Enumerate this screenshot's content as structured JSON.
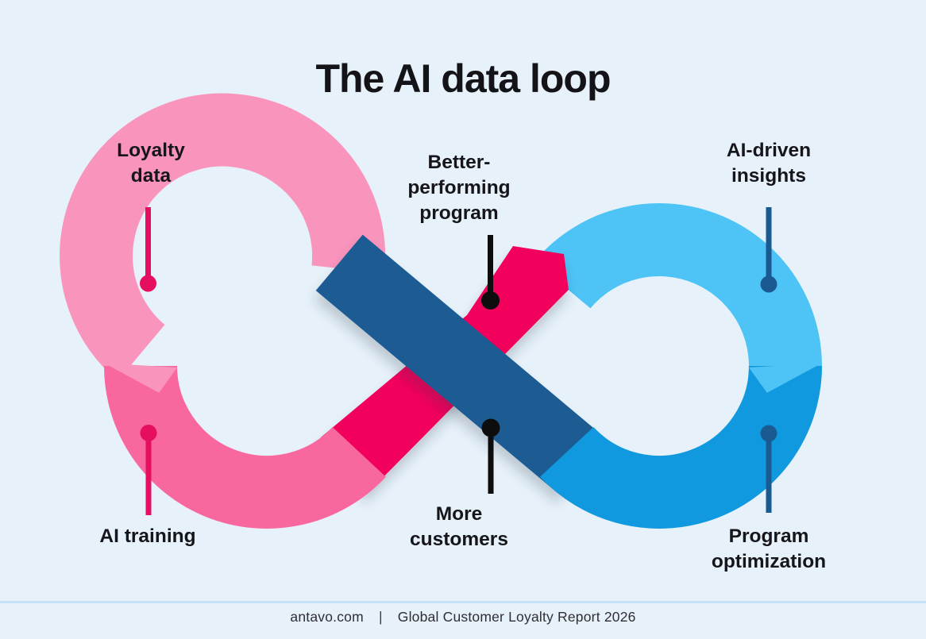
{
  "title": "The AI data loop",
  "nodes": {
    "loyalty_data": {
      "label": "Loyalty\ndata"
    },
    "better_performing": {
      "label": "Better-\nperforming\nprogram"
    },
    "ai_driven_insights": {
      "label": "AI-driven\ninsights"
    },
    "ai_training": {
      "label": "AI training"
    },
    "more_customers": {
      "label": "More\ncustomers"
    },
    "program_optimization": {
      "label": "Program\noptimization"
    }
  },
  "footer": {
    "website": "antavo.com",
    "separator": "|",
    "report": "Global Customer Loyalty Report 2026"
  },
  "colors": {
    "background": "#E7F1FA",
    "light_pink": "#F994BC",
    "medium_pink": "#F8679E",
    "crimson": "#F1035C",
    "navy": "#1C5C93",
    "light_blue": "#4EC3F5",
    "medium_blue": "#1199DF",
    "connector_pink": "#E60E5F",
    "connector_navy": "#1B5A91",
    "connector_black": "#0D0D0D",
    "text": "#15151A",
    "divider": "#C4E2F6"
  }
}
